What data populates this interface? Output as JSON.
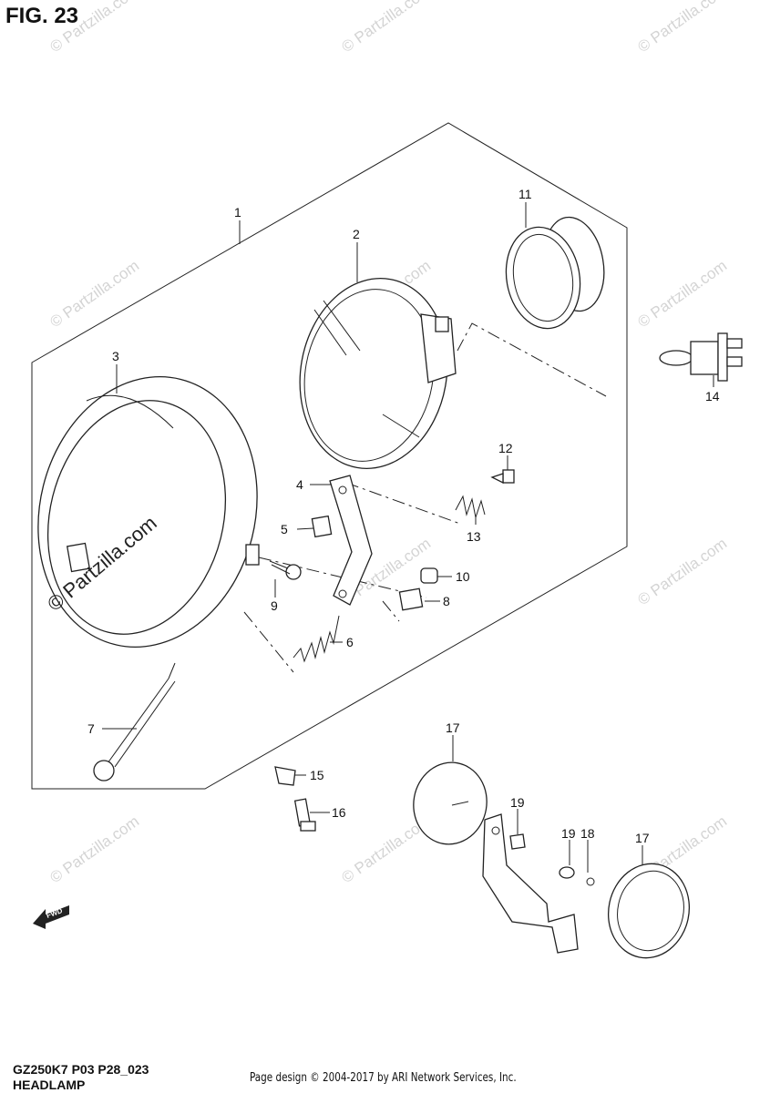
{
  "figure": {
    "title": "FIG. 23",
    "model_code": "GZ250K7 P03 P28_023",
    "section_name": "HEADLAMP",
    "credit": "Page design © 2004-2017 by ARI Network Services, Inc."
  },
  "watermark": {
    "text": "© Partzilla.com",
    "prominent_text": "© Partzilla.com"
  },
  "fwd_label": "FWD",
  "callouts": [
    {
      "id": "c1",
      "label": "1"
    },
    {
      "id": "c2",
      "label": "2"
    },
    {
      "id": "c3",
      "label": "3"
    },
    {
      "id": "c4",
      "label": "4"
    },
    {
      "id": "c5",
      "label": "5"
    },
    {
      "id": "c6",
      "label": "6"
    },
    {
      "id": "c7",
      "label": "7"
    },
    {
      "id": "c8",
      "label": "8"
    },
    {
      "id": "c9",
      "label": "9"
    },
    {
      "id": "c10",
      "label": "10"
    },
    {
      "id": "c11",
      "label": "11"
    },
    {
      "id": "c12",
      "label": "12"
    },
    {
      "id": "c13",
      "label": "13"
    },
    {
      "id": "c14",
      "label": "14"
    },
    {
      "id": "c15",
      "label": "15"
    },
    {
      "id": "c16",
      "label": "16"
    },
    {
      "id": "c17a",
      "label": "17"
    },
    {
      "id": "c17b",
      "label": "17"
    },
    {
      "id": "c18",
      "label": "18"
    },
    {
      "id": "c19a",
      "label": "19"
    },
    {
      "id": "c19b",
      "label": "19"
    }
  ]
}
